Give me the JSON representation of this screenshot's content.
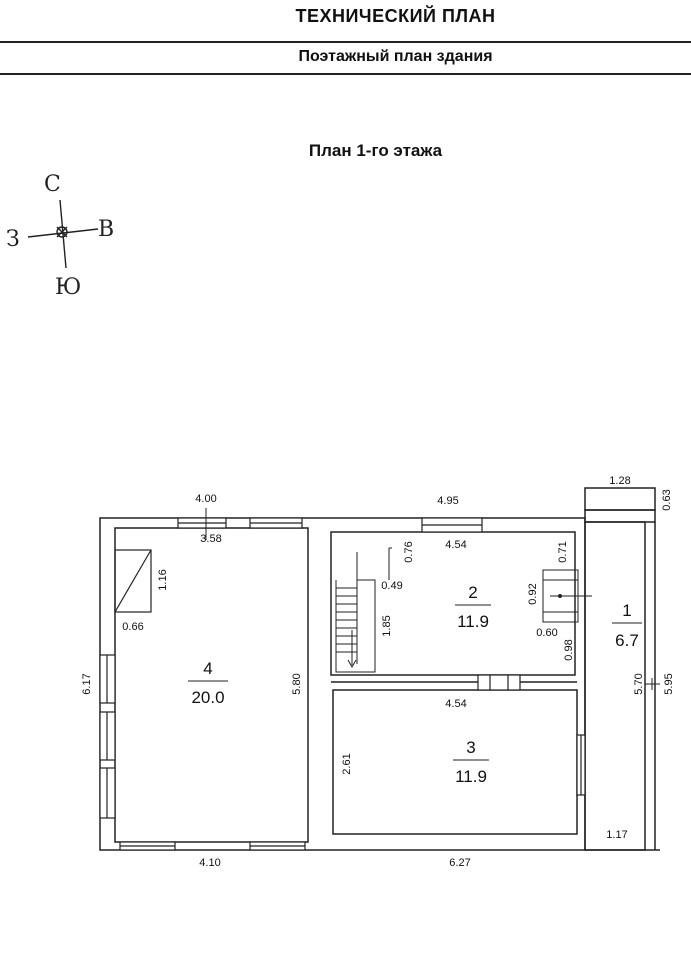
{
  "header": {
    "title": "ТЕХНИЧЕСКИЙ ПЛАН",
    "subtitle": "Поэтажный план здания"
  },
  "plan": {
    "title": "План 1-го этажа"
  },
  "compass": {
    "north": "С",
    "east": "В",
    "south": "Ю",
    "west": "З"
  },
  "rooms": [
    {
      "number": "1",
      "area": "6.7"
    },
    {
      "number": "2",
      "area": "11.9"
    },
    {
      "number": "3",
      "area": "11.9"
    },
    {
      "number": "4",
      "area": "20.0"
    }
  ],
  "dimensions": {
    "top_left_outer": "4.00",
    "top_left_inner": "3.58",
    "top_middle_outer": "4.95",
    "room2_top": "4.54",
    "porch_width": "1.28",
    "porch_depth": "0.63",
    "closet_height": "1.16",
    "closet_width": "0.66",
    "left_outer": "6.17",
    "room4_height": "5.80",
    "stair_top": "0.76",
    "stair_landing": "0.49",
    "stair_run": "1.85",
    "niche_top": "0.71",
    "niche_height": "0.92",
    "niche_width": "0.60",
    "niche_bottom": "0.98",
    "room1_inner": "5.70",
    "room1_outer": "5.95",
    "room3_top": "4.54",
    "room3_height": "2.61",
    "room1_bottom": "1.17",
    "bottom_left": "4.10",
    "bottom_right": "6.27"
  }
}
